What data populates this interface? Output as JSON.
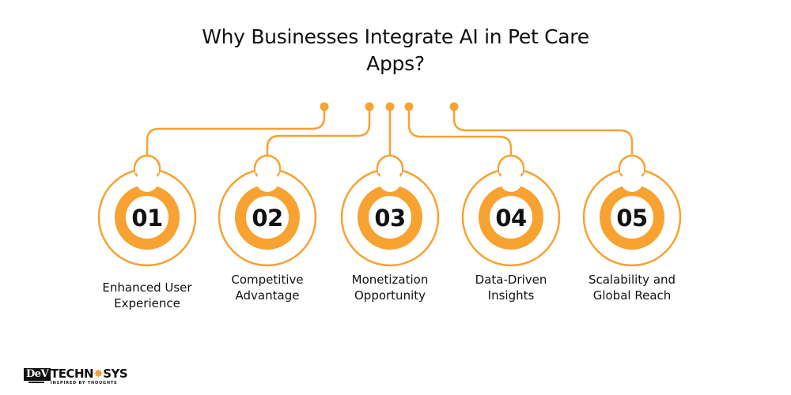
{
  "title": {
    "line1": "Why Businesses Integrate AI in Pet Care",
    "line2": "Apps?"
  },
  "colors": {
    "accent": "#F7A231",
    "text": "#111111",
    "background": "#FFFFFF"
  },
  "items": [
    {
      "number": "01",
      "label_line1": "Enhanced User",
      "label_line2": "Experience"
    },
    {
      "number": "02",
      "label_line1": "Competitive",
      "label_line2": "Advantage"
    },
    {
      "number": "03",
      "label_line1": "Monetization",
      "label_line2": "Opportunity"
    },
    {
      "number": "04",
      "label_line1": "Data-Driven",
      "label_line2": "Insights"
    },
    {
      "number": "05",
      "label_line1": "Scalability and",
      "label_line2": "Global Reach"
    }
  ],
  "logo": {
    "dev": "DeV",
    "tech_part1": "TECHN",
    "gear_icon": "✸",
    "tech_part2": "SYS",
    "tagline": "INSPIRED BY THOUGHTS"
  }
}
